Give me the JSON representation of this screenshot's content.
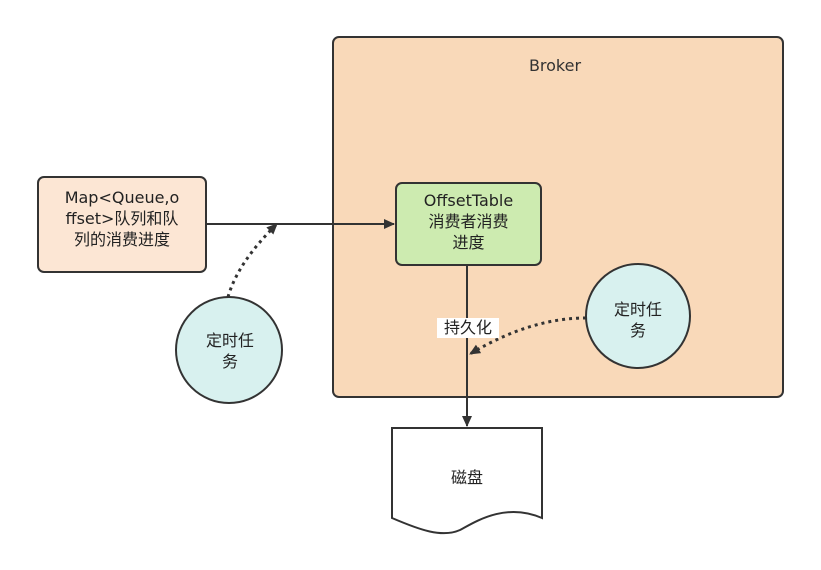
{
  "broker": {
    "title": "Broker"
  },
  "map_node": {
    "lines": [
      "Map<Queue,o",
      "ffset>队列和队",
      "列的消费进度"
    ]
  },
  "offset_table": {
    "lines": [
      "OffsetTable",
      "消费者消费",
      "进度"
    ]
  },
  "persist_label": "持久化",
  "timer_left": {
    "lines": [
      "定时任",
      "务"
    ]
  },
  "timer_right": {
    "lines": [
      "定时任",
      "务"
    ]
  },
  "disk": {
    "label": "磁盘"
  },
  "colors": {
    "broker_fill": "#f9d9b9",
    "map_fill": "#fce6d4",
    "offset_fill": "#cdebb0",
    "circle_fill": "#d8f1ef",
    "stroke": "#333333"
  }
}
